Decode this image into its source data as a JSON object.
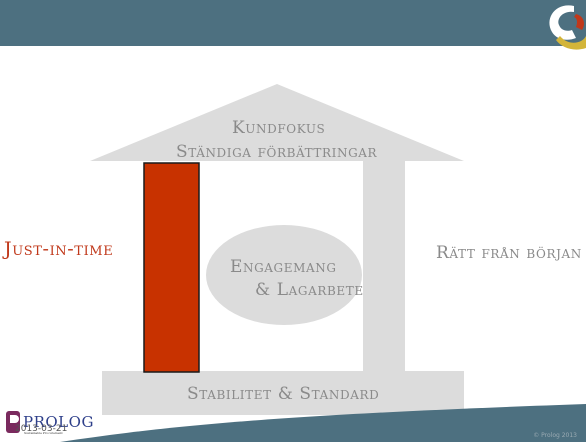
{
  "colors": {
    "accent": "#c0381a",
    "header": "#4d7080",
    "diagram_gray": "#dcdcdc",
    "text_gray": "#8a8a8a",
    "brand_blue": "#2e3f8a"
  },
  "house": {
    "roof_line1": "Kundfokus",
    "roof_line2": "Ständiga förbättringar",
    "left_pillar_label": "Just-in-time",
    "right_pillar_label": "Rätt från början",
    "center_line1": "Engagemang",
    "center_line2": "& Lagarbete",
    "foundation_label": "Stabilitet & Standard"
  },
  "footer": {
    "brand": "PROLOG",
    "brand_sub": "Sustainable Procurement",
    "date": "2013-03-21",
    "copyright": "© Prolog 2013"
  },
  "icons": {
    "logo": "prolog-swirl-logo",
    "brand_icon": "prolog-p-icon"
  }
}
